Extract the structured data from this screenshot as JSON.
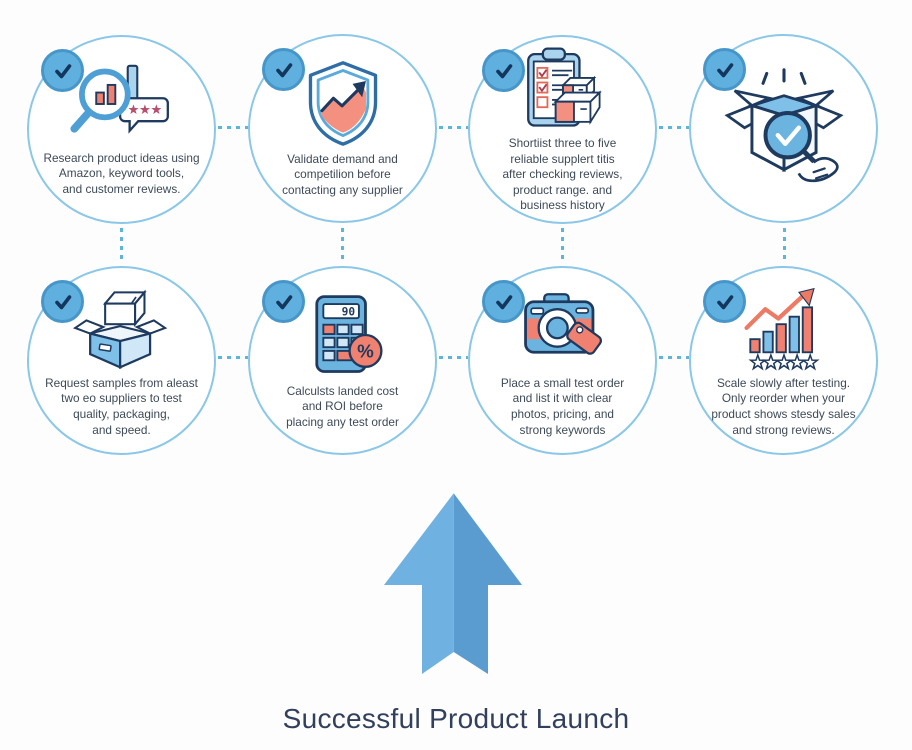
{
  "title": "Successful Product Launch",
  "calculator_display": "90",
  "percent_symbol": "%",
  "steps": [
    {
      "icon": "research-magnifier-icon",
      "caption": "Research product ideas using\nAmazon, keyword tools,\nand customer reviews."
    },
    {
      "icon": "shield-growth-icon",
      "caption": "Validate demand and\ncompetilion before\ncontacting any supplier"
    },
    {
      "icon": "supplier-checklist-icon",
      "caption": "Shortiist three to five\nreliable supplert titis\nafter checking reviews,\nproduct range. and\nbusiness history"
    },
    {
      "icon": "box-inspection-icon",
      "caption": ""
    },
    {
      "icon": "sample-boxes-icon",
      "caption": "Request samples from aleast\ntwo eo suppliers to test\nquality, packaging,\nand speed."
    },
    {
      "icon": "calculator-roi-icon",
      "caption": "Calculsts landed cost\nand ROI before\nplacing any test order"
    },
    {
      "icon": "camera-listing-icon",
      "caption": "Place a small test order\nand list it with clear\nphotos, pricing, and\nstrong keywords"
    },
    {
      "icon": "scale-growth-icon",
      "caption": "Scale slowly after testing.\nOnly reorder when your\nproduct shows stesdy sales\nand strong reviews."
    }
  ],
  "colors": {
    "circle_border": "#8ac7e8",
    "badge_fill": "#5fb0de",
    "navy_outline": "#1e3a5f",
    "salmon": "#f0806f",
    "blue": "#6cb4e0",
    "light_blue": "#aad4ee",
    "dotted_connector": "#5cb5da",
    "arrow_left": "#6fb2e1",
    "arrow_right": "#5a9bd0",
    "title_text": "#31405c"
  }
}
